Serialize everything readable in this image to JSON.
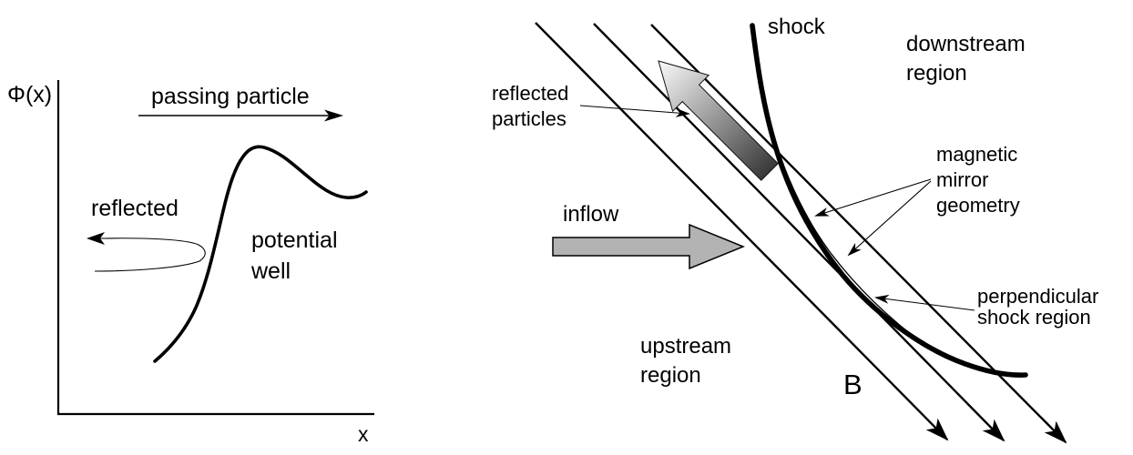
{
  "figure": {
    "left_panel": {
      "y_axis_label": "Φ(x)",
      "x_axis_label": "x",
      "passing_particle_label": "passing particle",
      "reflected_label": "reflected",
      "potential_well_line1": "potential",
      "potential_well_line2": "well"
    },
    "right_panel": {
      "shock_label": "shock",
      "downstream_line1": "downstream",
      "downstream_line2": "region",
      "reflected_particles_line1": "reflected",
      "reflected_particles_line2": "particles",
      "inflow_label": "inflow",
      "magnetic_mirror_line1": "magnetic",
      "magnetic_mirror_line2": "mirror",
      "magnetic_mirror_line3": "geometry",
      "perpendicular_line1": "perpendicular",
      "perpendicular_line2": "shock region",
      "upstream_line1": "upstream",
      "upstream_line2": "region",
      "b_field_label": "B"
    },
    "colors": {
      "ink": "#000000",
      "inflow_arrow_fill": "#b3b3b3",
      "reflected_arrow_tip": "#fbfbfb",
      "reflected_arrow_tail": "#383838",
      "background": "#ffffff"
    }
  }
}
